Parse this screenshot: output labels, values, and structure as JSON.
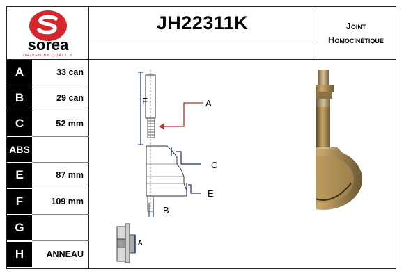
{
  "logo": {
    "brand": "sorea",
    "tagline": "DRIVEN BY QUALITY",
    "color": "#d5262c"
  },
  "header": {
    "part_number": "JH22311K",
    "title_line1": "Joint",
    "title_line2": "Homocinétique"
  },
  "specs": [
    {
      "key": "A",
      "value": "33 can"
    },
    {
      "key": "B",
      "value": "29 can"
    },
    {
      "key": "C",
      "value": "52 mm"
    },
    {
      "key": "ABS",
      "value": ""
    },
    {
      "key": "E",
      "value": "87 mm"
    },
    {
      "key": "F",
      "value": "109 mm"
    },
    {
      "key": "G",
      "value": ""
    },
    {
      "key": "H",
      "value": "ANNEAU"
    }
  ],
  "diagram": {
    "labels": {
      "A": "A",
      "B": "B",
      "C": "C",
      "E": "E",
      "F": "F"
    },
    "detail_label": "A",
    "accent_color": "#c0281f",
    "dimension_color": "#1a2a7a"
  },
  "photo": {
    "icon": "cv-joint-photo"
  }
}
